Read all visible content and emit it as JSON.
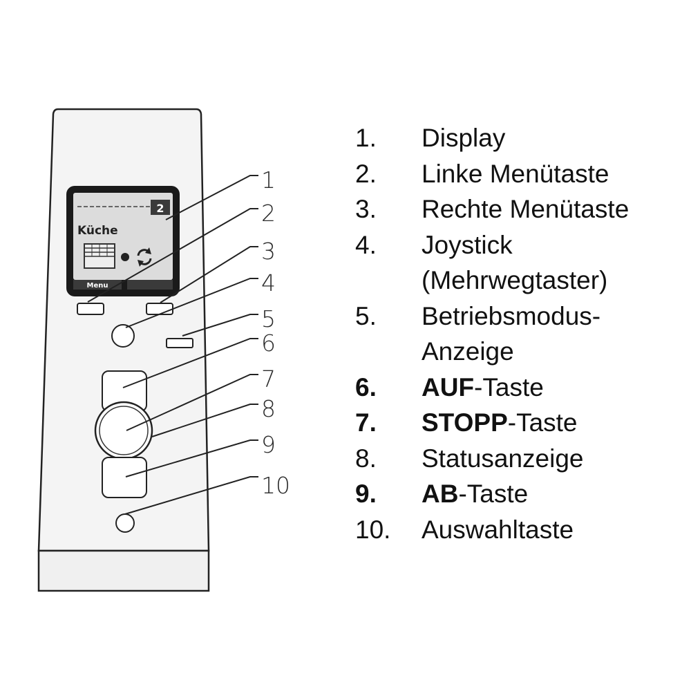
{
  "display": {
    "room_number": "2",
    "room_name": "Küche",
    "soft_key_left": "Menu",
    "soft_key_right": ""
  },
  "callouts": [
    "1",
    "2",
    "3",
    "4",
    "5",
    "6",
    "7",
    "8",
    "9",
    "10"
  ],
  "legend": [
    {
      "number": "1.",
      "lines": [
        "Display"
      ],
      "bold_part": "",
      "rest": ""
    },
    {
      "number": "2.",
      "lines": [
        "Linke Menütaste"
      ],
      "bold_part": "",
      "rest": ""
    },
    {
      "number": "3.",
      "lines": [
        "Rechte Menütaste"
      ],
      "bold_part": "",
      "rest": ""
    },
    {
      "number": "4.",
      "lines": [
        "Joystick",
        "(Mehrwegtaster)"
      ],
      "bold_part": "",
      "rest": ""
    },
    {
      "number": "5.",
      "lines": [
        "Betriebsmodus-",
        "Anzeige"
      ],
      "bold_part": "",
      "rest": ""
    },
    {
      "number": "6.",
      "lines": [],
      "bold_part": "AUF",
      "rest": "-Taste"
    },
    {
      "number": "7.",
      "lines": [],
      "bold_part": "STOPP",
      "rest": "-Taste"
    },
    {
      "number": "8.",
      "lines": [
        "Statusanzeige"
      ],
      "bold_part": "",
      "rest": ""
    },
    {
      "number": "9.",
      "lines": [],
      "bold_part": "AB",
      "rest": "-Taste"
    },
    {
      "number": "10.",
      "lines": [
        "Auswahltaste"
      ],
      "bold_part": "",
      "rest": ""
    }
  ]
}
